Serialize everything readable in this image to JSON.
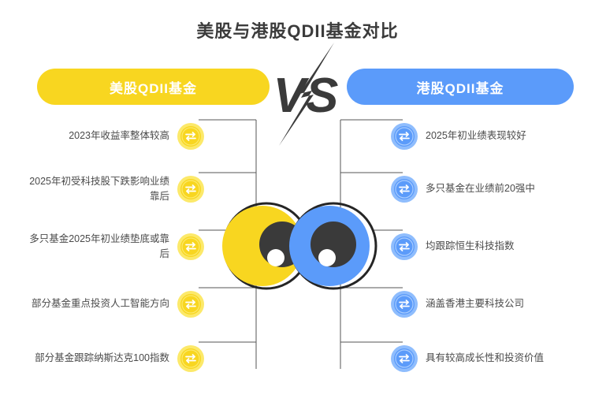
{
  "title": "美股与港股QDII基金对比",
  "vs": {
    "label": "VS",
    "bolt_icon": "lightning-bolt-icon"
  },
  "colors": {
    "yellow": "#F8D620",
    "yellow_light": "#FCE96A",
    "blue": "#5B9BFA",
    "blue_light": "#8FBDFD",
    "dark": "#333333",
    "text": "#4a4a4a",
    "line": "#555555"
  },
  "left": {
    "header": "美股QDII基金",
    "icon": "exchange-arrows-icon",
    "items": [
      {
        "label": "2023年收益率整体较高"
      },
      {
        "label": "2025年初受科技股下跌影响业绩靠后"
      },
      {
        "label": "多只基金2025年初业绩垫底或靠后"
      },
      {
        "label": "部分基金重点投资人工智能方向"
      },
      {
        "label": "部分基金跟踪纳斯达克100指数"
      }
    ]
  },
  "right": {
    "header": "港股QDII基金",
    "icon": "exchange-arrows-icon",
    "items": [
      {
        "label": "2025年初业绩表现较好"
      },
      {
        "label": "多只基金在业绩前20强中"
      },
      {
        "label": "均跟踪恒生科技指数"
      },
      {
        "label": "涵盖香港主要科技公司"
      },
      {
        "label": "具有较高成长性和投资价值"
      }
    ]
  },
  "center_graphic": {
    "name": "dual-eye-graphic",
    "left_eye_color": "#F8D620",
    "right_eye_color": "#5B9BFA"
  }
}
